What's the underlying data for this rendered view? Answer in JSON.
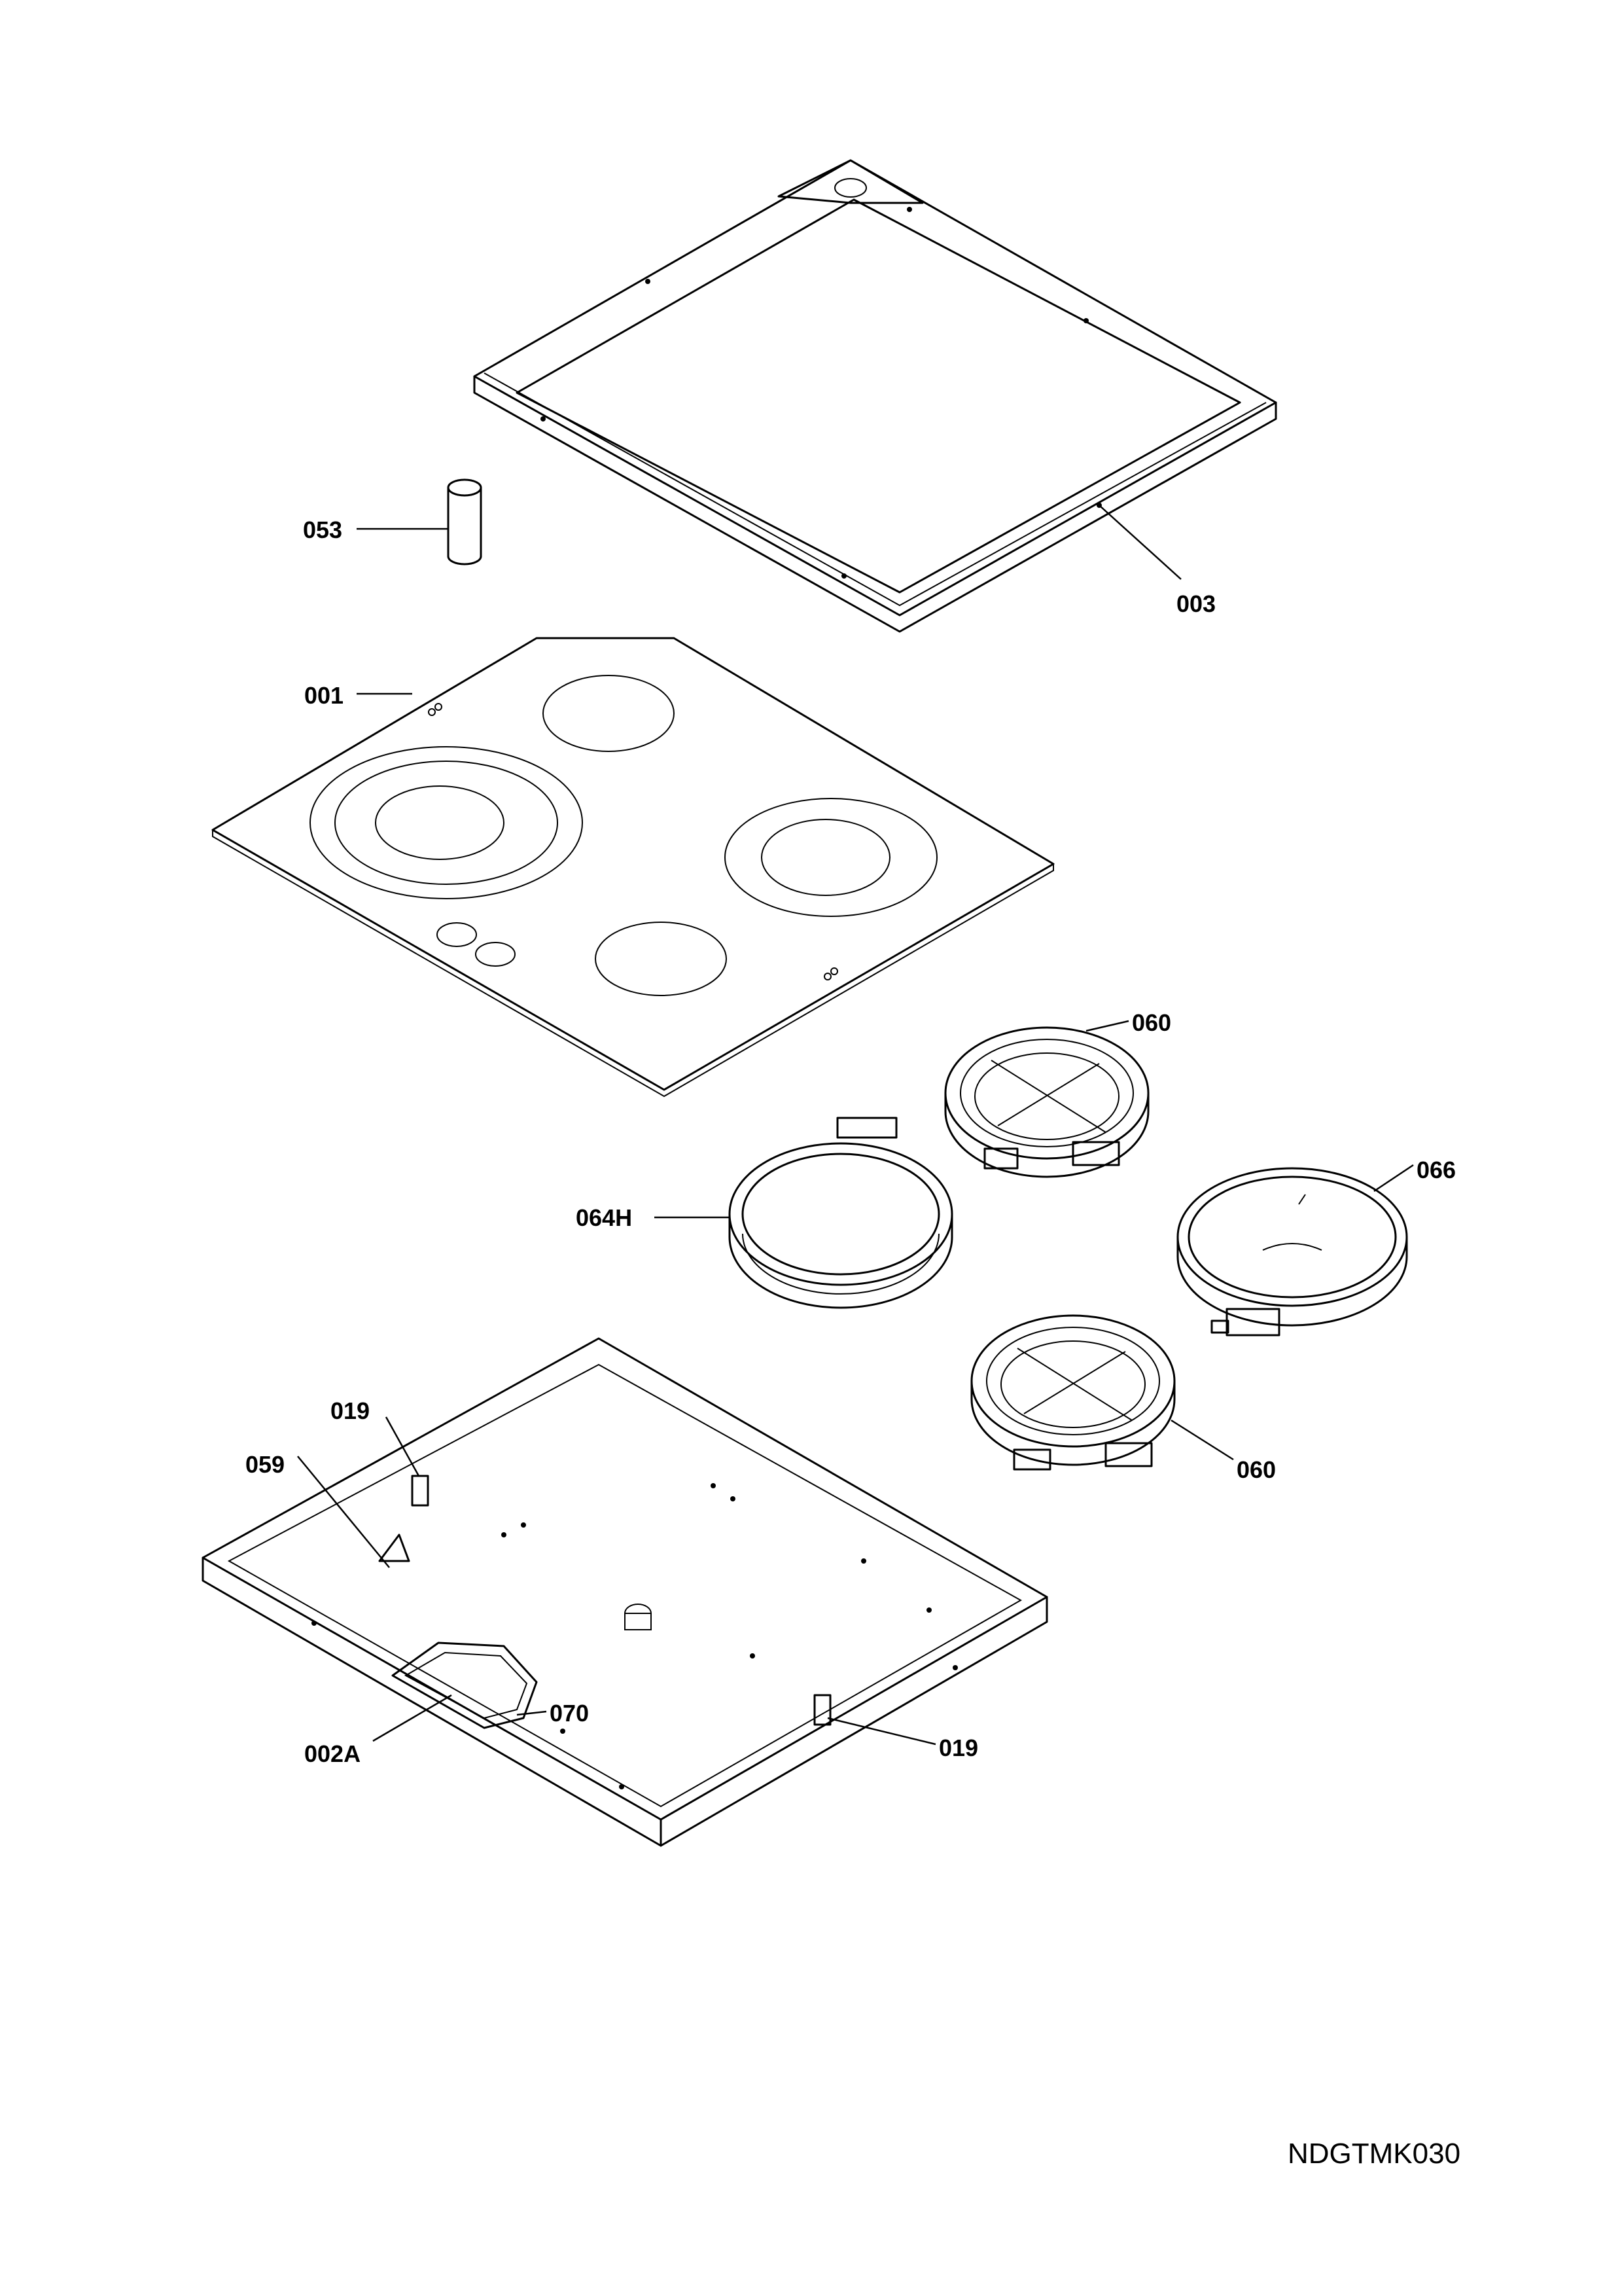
{
  "diagram_code": "NDGTMK030",
  "callouts": {
    "c053": "053",
    "c003": "003",
    "c001": "001",
    "c060_top": "060",
    "c066": "066",
    "c064h": "064H",
    "c060_bottom": "060",
    "c019_left": "019",
    "c059": "059",
    "c070": "070",
    "c002a": "002A",
    "c019_right": "019"
  }
}
